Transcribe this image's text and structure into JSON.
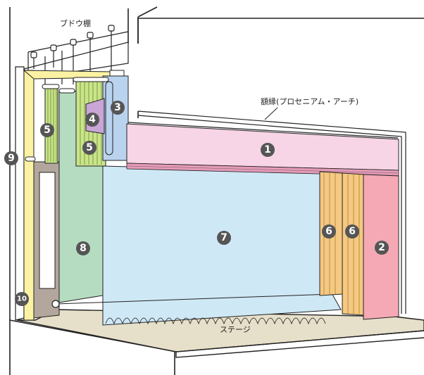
{
  "labels": {
    "grid": "ブドウ棚",
    "proscenium": "額縁(プロセニアム・アーチ)",
    "stage": "ステージ"
  },
  "markers": {
    "m1": "1",
    "m2": "2",
    "m3": "3",
    "m4": "4",
    "m5a": "5",
    "m5b": "5",
    "m6a": "6",
    "m6b": "6",
    "m7": "7",
    "m8": "8",
    "m9": "9",
    "m10": "10"
  },
  "colors": {
    "marker": "#555555",
    "border_1": "#f7d4e6",
    "tormentor_2": "#f4a9b4",
    "screen_3": "#b9d3ee",
    "cyclorama_7": "#cfe8f6",
    "backdrop_8": "#b5dcc0",
    "side_9": "#fbf2a3",
    "legs_5": "#c9e48b",
    "legs_6": "#f5c983",
    "item_4": "#c9a6d6",
    "stage_floor": "#e6dfc9",
    "back_wall": "#b3a79d"
  }
}
